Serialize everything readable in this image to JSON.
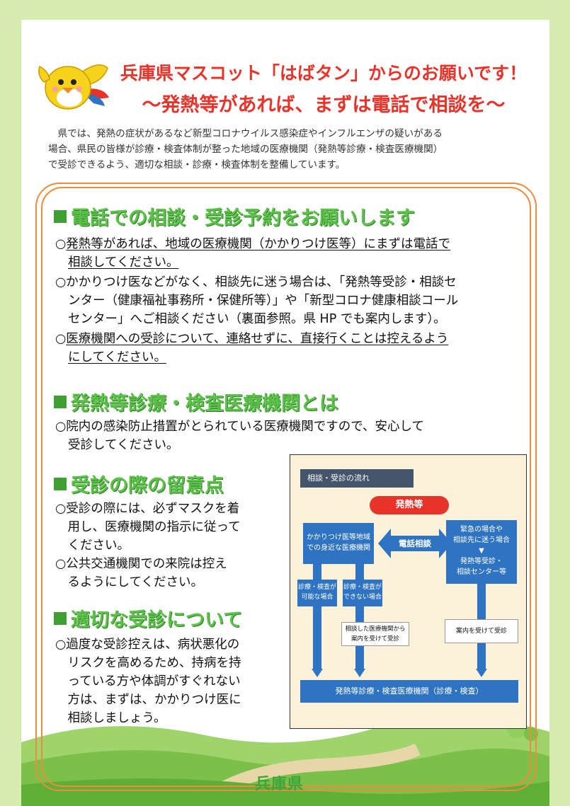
{
  "header": {
    "title_line1": "兵庫県マスコット「はばタン」からのお願いです！",
    "title_line2": "～発熱等があれば、まずは電話で相談を～"
  },
  "intro": {
    "lines": [
      "　県では、発熱の症状があるなど新型コロナウイルス感染症やインフルエンザの疑いがある",
      "場合、県民の皆様が診療・検査体制が整った地域の医療機関（発熱等診療・検査医療機関）",
      "で受診できるよう、適切な相談・診療・検査体制を整備しています。"
    ]
  },
  "section1": {
    "heading": "電話での相談・受診予約をお願いします",
    "item1_line1_prefix": "○",
    "item1_line1": "発熱等があれば、地域の医療機関（かかりつけ医等）にまずは電話で",
    "item1_line2": "相談してください。",
    "item2_line1": "○かかりつけ医などがなく、相談先に迷う場合は、「発熱等受診・相談セ",
    "item2_line2": "ンター（健康福祉事務所・保健所等）」や「新型コロナ健康相談コール",
    "item2_line3": "センター」へご相談ください（裏面参照。県 HP でも案内します）。",
    "item3_line1_prefix": "○",
    "item3_line1": "医療機関への受診について、連絡せずに、直接行くことは控えるよう",
    "item3_line2": "にしてください。"
  },
  "section2": {
    "heading": "発熱等診療・検査医療機関とは",
    "line1": "○院内の感染防止措置がとられている医療機関ですので、安心して",
    "line2": "受診してください。"
  },
  "section3": {
    "heading": "受診の際の留意点",
    "lines": [
      "○受診の際には、必ずマスクを着",
      "　用し、医療機関の指示に従って",
      "　ください。",
      "○公共交通機関での来院は控え",
      "　るようにしてください。"
    ]
  },
  "section4": {
    "heading": "適切な受診について",
    "lines": [
      "○過度な受診控えは、病状悪化の",
      "　リスクを高めるため、持病を持",
      "　っている方や体調がすぐれない",
      "　方は、まずは、かかりつけ医に",
      "　相談しましょう。"
    ]
  },
  "flow": {
    "title": "相談・受診の流れ",
    "start": "発熱等",
    "left_box": [
      "かかりつけ医等地域",
      "での身近な医療機関"
    ],
    "center_label": "電話相談",
    "right_box": [
      "緊急の場合や",
      "相談先に迷う場合",
      "▼",
      "発熱等受診・",
      "相談センター等"
    ],
    "can_box": [
      "診療・検査が",
      "可能な場合"
    ],
    "cannot_box": [
      "診療・検査が",
      "できない場合"
    ],
    "referral_box": [
      "相談した医療機関から",
      "案内を受けて受診"
    ],
    "guided_box": "案内を受けて受診",
    "bottom_box": "発熱等診療・検査医療機関（診療・検査）"
  },
  "footer": {
    "prefecture": "兵庫県"
  },
  "colors": {
    "title_red": "#e8332a",
    "heading_green": "#5cc24a",
    "frame_orange": "#f08a3c",
    "flow_blue": "#2e74c3",
    "page_bg": "#d6ecae"
  }
}
